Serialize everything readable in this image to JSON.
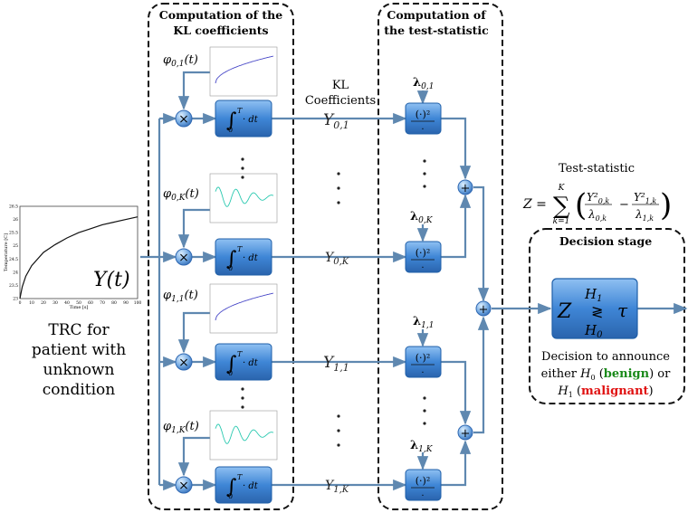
{
  "panels": {
    "kl": {
      "line1": "Computation of the",
      "line2": "KL coefficients"
    },
    "test": {
      "line1": "Computation of",
      "line2": "the test-statistic"
    },
    "decision": {
      "title": "Decision stage"
    }
  },
  "input": {
    "chart_label": "Y(t)",
    "caption": [
      "TRC for",
      "patient with",
      "unknown",
      "condition"
    ],
    "chart_data": {
      "type": "line",
      "xlabel": "Time [s]",
      "ylabel": "Temperature [C]",
      "xlim": [
        0,
        100
      ],
      "ylim": [
        23,
        26.5
      ],
      "xticks": [
        "0",
        "10",
        "20",
        "30",
        "40",
        "50",
        "60",
        "70",
        "80",
        "90",
        "100"
      ],
      "yticks": [
        "23",
        "23.5",
        "24",
        "24.5",
        "25",
        "25.5",
        "26",
        "26.5"
      ],
      "x": [
        0,
        2,
        5,
        10,
        20,
        30,
        40,
        50,
        60,
        70,
        80,
        90,
        100
      ],
      "y": [
        23.0,
        23.45,
        23.85,
        24.25,
        24.75,
        25.05,
        25.3,
        25.5,
        25.65,
        25.8,
        25.9,
        26.0,
        26.1
      ]
    }
  },
  "kl_text": {
    "label1": "KL",
    "label2": "Coefficients",
    "vdots": "·  ·  ·"
  },
  "branches": [
    {
      "phi": "φ",
      "phi_sub": "0,1",
      "coef": "Y",
      "coef_sub": "0,1",
      "lam_sub": "0,1",
      "thumb": "increasing"
    },
    {
      "phi": "φ",
      "phi_sub": "0,K",
      "coef": "Y",
      "coef_sub": "0,K",
      "lam_sub": "0,K",
      "thumb": "oscillating"
    },
    {
      "phi": "φ",
      "phi_sub": "1,1",
      "coef": "Y",
      "coef_sub": "1,1",
      "lam_sub": "1,1",
      "thumb": "increasing"
    },
    {
      "phi": "φ",
      "phi_sub": "1,K",
      "coef": "Y",
      "coef_sub": "1,K",
      "lam_sub": "1,K",
      "thumb": "oscillating"
    }
  ],
  "blocks": {
    "integral": "∫",
    "integral_lower": "0",
    "integral_upper": "T",
    "integral_body": "· dt",
    "square": "(·)²",
    "square_den": ".",
    "multiply": "×",
    "plus": "+",
    "lambda": "λ"
  },
  "test_statistic": {
    "label": "Test-statistic",
    "formula_lhs": "Z =",
    "sum_top": "K",
    "sum_bottom": "k=1",
    "num1": "Y²",
    "num1_sub": "0,k",
    "den1": "λ",
    "den1_sub": "0,k",
    "minus": "−",
    "num2": "Y²",
    "num2_sub": "1,k",
    "den2": "λ",
    "den2_sub": "1,k"
  },
  "decision": {
    "z": "Z",
    "h1": "H",
    "h1_sub": "1",
    "h0": "H",
    "h0_sub": "0",
    "compare": "≷",
    "tau": "τ",
    "text_line1": "Decision to announce",
    "text_either": "either ",
    "h0_label": "H",
    "h0_label_sub": "0",
    "benign": "benign",
    "or": " or",
    "h1_label": "H",
    "h1_label_sub": "1",
    "malignant": "malignant",
    "benign_color": "#1a8a1a",
    "malignant_color": "#e01010"
  },
  "colors": {
    "block_fill": "#3f86d6",
    "block_dark": "#1f5fa8",
    "wire": "#5f88b0",
    "thumb_line": "#4a4ac8",
    "thumb_osc": "#2ac9b0"
  }
}
